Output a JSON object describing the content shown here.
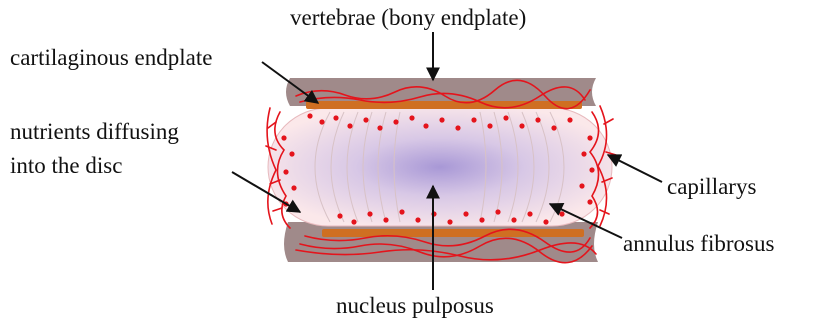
{
  "labels": {
    "vertebrae": "vertebrae (bony endplate)",
    "cartilaginous": "cartilaginous endplate",
    "nutrients_line1": "nutrients diffusing",
    "nutrients_line2": "into the disc",
    "capillarys": "capillarys",
    "annulus": "annulus fibrosus",
    "nucleus": "nucleus pulposus"
  },
  "colors": {
    "bone": "#a08a8a",
    "endplate": "#cf6f22",
    "capillary": "#e4141c",
    "nucleus": "#b9a6d6",
    "annulus": "#fbe6e6",
    "arrow": "#111111"
  }
}
